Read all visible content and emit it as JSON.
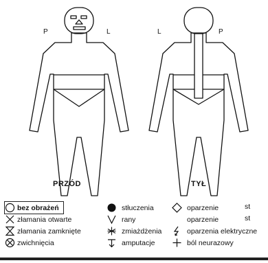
{
  "sides": {
    "front_right": "P",
    "front_left": "L",
    "back_left": "L",
    "back_right": "P"
  },
  "views": {
    "front": "PRZÓD",
    "back": "TYŁ"
  },
  "legend": {
    "col1": [
      {
        "icon": "circle-icon",
        "label": "bez obrażeń",
        "selected": true
      },
      {
        "icon": "x-icon",
        "label": "złamania otwarte"
      },
      {
        "icon": "hourglass-icon",
        "label": "złamania zamknięte"
      },
      {
        "icon": "circle-x-icon",
        "label": "zwichnięcia"
      }
    ],
    "col2": [
      {
        "icon": "filled-circle-icon",
        "label": "stłuczenia"
      },
      {
        "icon": "v-icon",
        "label": "rany"
      },
      {
        "icon": "asterisk-icon",
        "label": "zmiażdżenia"
      },
      {
        "icon": "amputation-icon",
        "label": "amputacje"
      }
    ],
    "col3": [
      {
        "icon": "diamond-icon",
        "label": "oparzenie",
        "degree": "st"
      },
      {
        "icon": "",
        "label": "oparzenie",
        "degree": "st"
      },
      {
        "icon": "lightning-icon",
        "label": "oparzenia elektryczne"
      },
      {
        "icon": "plus-icon",
        "label": "ból neurazowy"
      }
    ]
  }
}
